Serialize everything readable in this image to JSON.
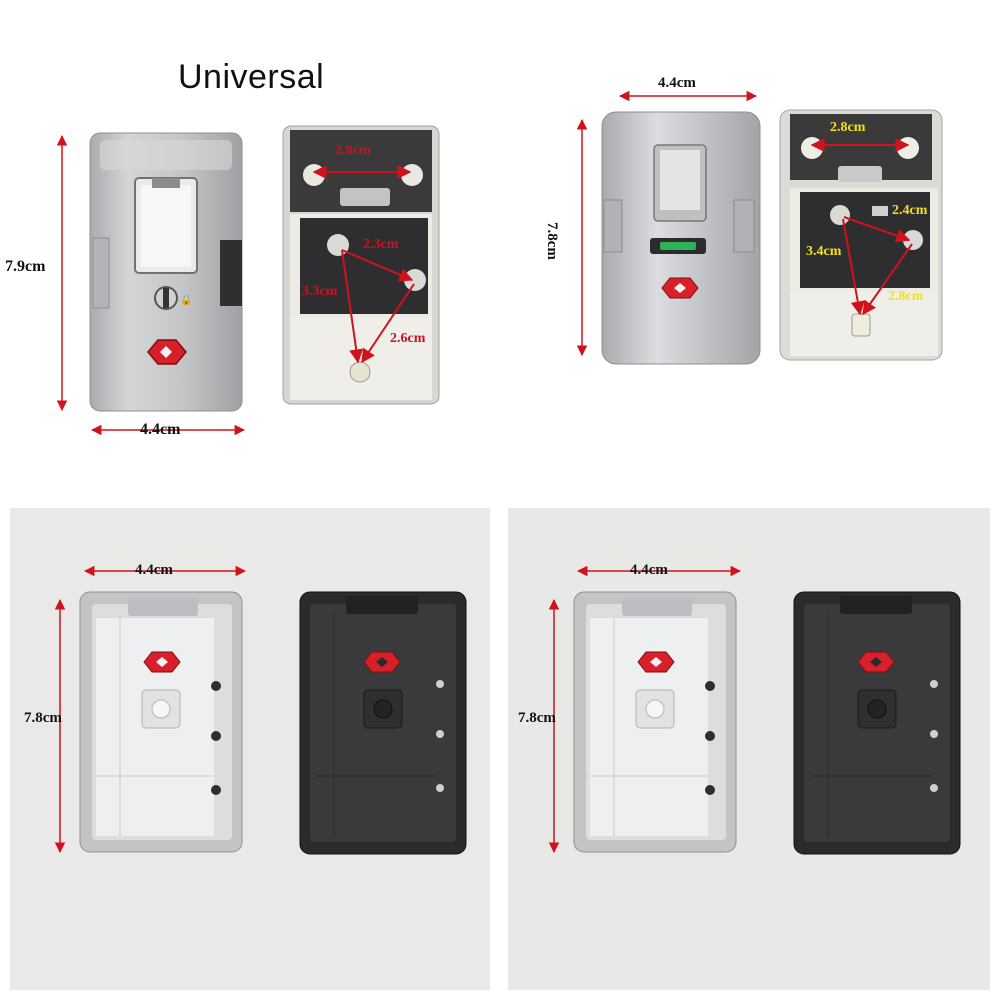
{
  "panel_top_left": {
    "title": "Universal",
    "height_label": "7.9cm",
    "width_label": "4.4cm",
    "annotations": [
      "2.8cm",
      "2.3cm",
      "3.3cm",
      "2.6cm"
    ]
  },
  "panel_top_right": {
    "width_label": "4.4cm",
    "height_label": "7.8cm",
    "annotations": [
      "2.8cm",
      "2.4cm",
      "3.4cm",
      "2.8cm"
    ]
  },
  "panel_bottom_left": {
    "width_label": "4.4cm",
    "height_label": "7.8cm"
  },
  "panel_bottom_right": {
    "width_label": "4.4cm",
    "height_label": "7.8cm"
  },
  "colors": {
    "arrow_red": "#d0121c",
    "silver": "#c9cacc",
    "black_lock": "#2a2a2c",
    "tsa_red": "#d8202a",
    "cream": "#ecebe4"
  },
  "icons": [
    "tsa-diamond-icon",
    "keyhole-icon",
    "lock-closed-icon",
    "lock-open-icon"
  ]
}
